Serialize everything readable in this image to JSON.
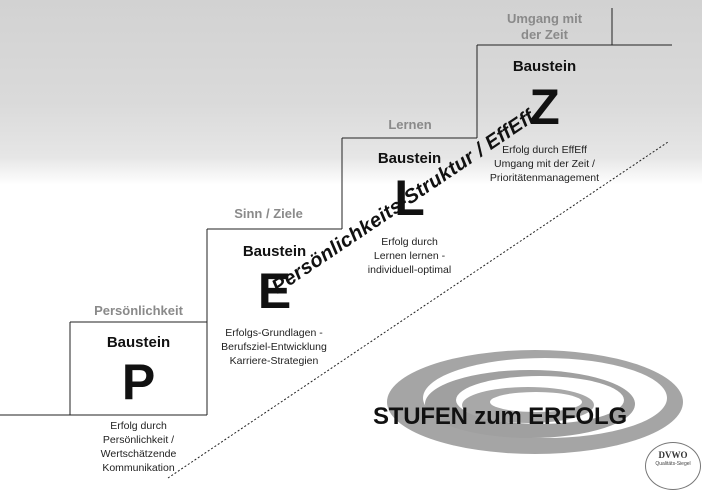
{
  "steps": [
    {
      "title": "Persönlichkeit",
      "baustein": "Baustein",
      "letter": "P",
      "desc": [
        "Erfolg durch",
        "Persönlichkeit /",
        "Wertschätzende",
        "Kommunikation"
      ]
    },
    {
      "title": "Sinn / Ziele",
      "baustein": "Baustein",
      "letter": "E",
      "desc": [
        "Erfolgs-Grundlagen -",
        "Berufsziel-Entwicklung",
        "Karriere-Strategien"
      ]
    },
    {
      "title": "Lernen",
      "baustein": "Baustein",
      "letter": "L",
      "desc": [
        "Erfolg durch",
        "Lernen lernen -",
        "individuell-optimal"
      ]
    },
    {
      "title_lines": [
        "Umgang mit",
        "der Zeit"
      ],
      "baustein": "Baustein",
      "letter": "Z",
      "desc": [
        "Erfolg durch EffEff",
        "Umgang mit der Zeit /",
        "Prioritätenmanagement"
      ]
    }
  ],
  "diagonal_label": "Persönlichkeits-Struktur / EffEff",
  "logo_text": "STUFEN zum ERFOLG",
  "seal": {
    "title": "DVWO",
    "subtitle": "Qualitäts-Siegel"
  },
  "colors": {
    "step_title": "#8a8a8a",
    "swirl": "#9a9a9a",
    "line": "#222222",
    "background_top": "#d2d2d2"
  }
}
